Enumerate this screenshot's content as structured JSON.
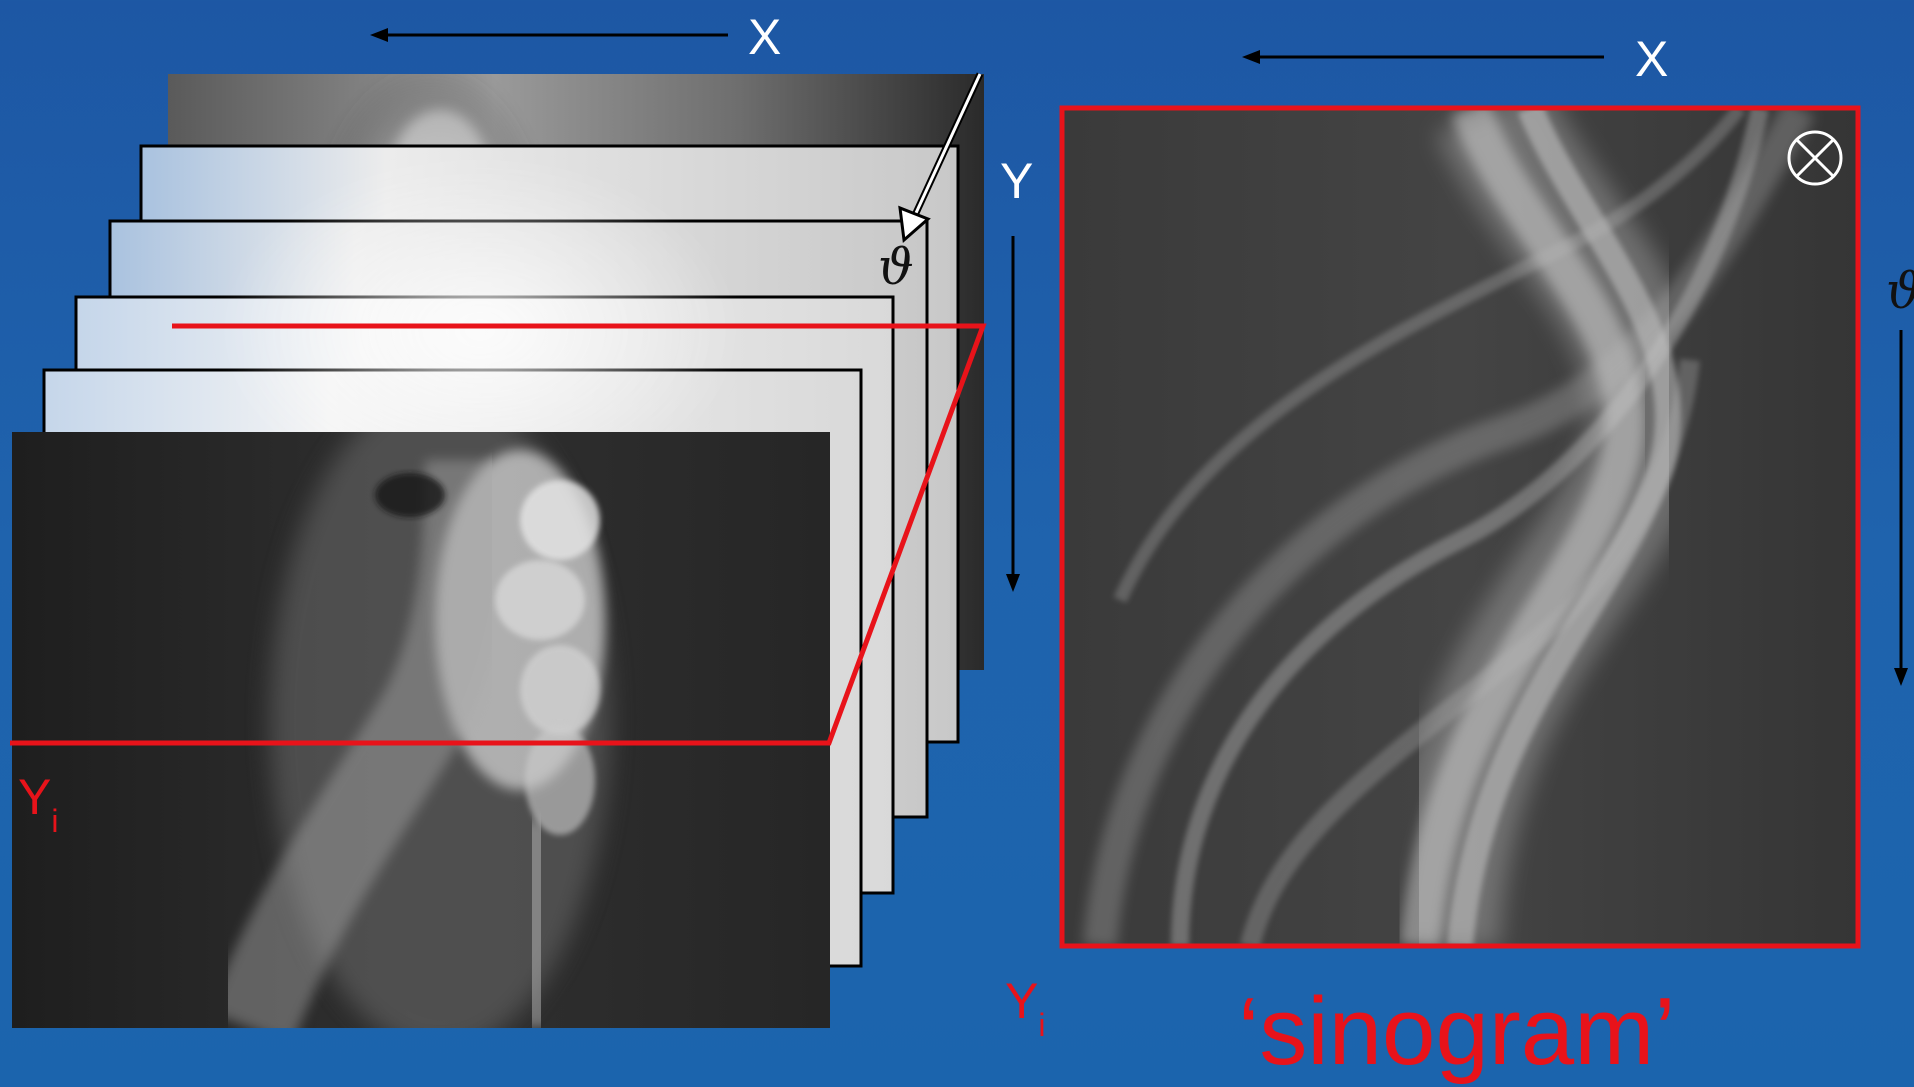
{
  "labels": {
    "x_left": "X",
    "x_right": "X",
    "y_axis": "Y",
    "theta_stack": "ϑ",
    "theta_right": "ϑ",
    "yi_left_main": "Y",
    "yi_left_sub": "i",
    "yi_mid_main": "Y",
    "yi_mid_sub": "i",
    "sinogram_caption": "‘sinogram’",
    "otimes": "⊗"
  },
  "colors": {
    "background": "#1d5ea9",
    "highlight": "#e8131a",
    "text": "#ffffff"
  }
}
